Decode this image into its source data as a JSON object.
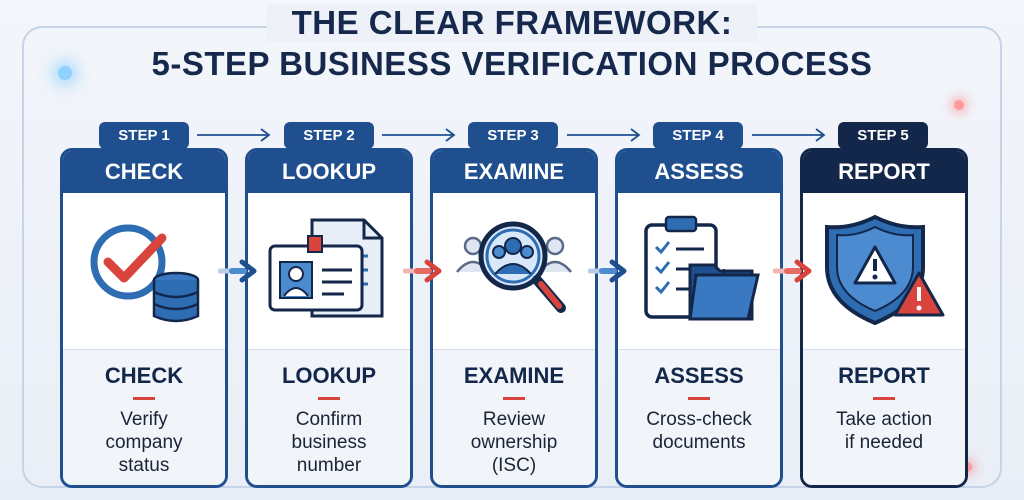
{
  "title": {
    "line1": "THE CLEAR FRAMEWORK:",
    "line2": "5-STEP BUSINESS VERIFICATION PROCESS"
  },
  "steps": [
    {
      "badge": "STEP 1",
      "header": "CHECK",
      "name": "CHECK",
      "desc": [
        "Verify",
        "company",
        "status"
      ],
      "icon": "checkmark-database-icon"
    },
    {
      "badge": "STEP 2",
      "header": "LOOKUP",
      "name": "LOOKUP",
      "desc": [
        "Confirm",
        "business",
        "number"
      ],
      "icon": "id-card-document-icon"
    },
    {
      "badge": "STEP 3",
      "header": "EXAMINE",
      "name": "EXAMINE",
      "desc": [
        "Review",
        "ownership",
        "(ISC)"
      ],
      "icon": "magnifier-people-icon"
    },
    {
      "badge": "STEP 4",
      "header": "ASSESS",
      "name": "ASSESS",
      "desc": [
        "Cross-check",
        "documents"
      ],
      "icon": "clipboard-folder-icon"
    },
    {
      "badge": "STEP 5",
      "header": "REPORT",
      "name": "REPORT",
      "desc": [
        "Take action",
        "if needed"
      ],
      "icon": "shield-warning-icon"
    }
  ],
  "colors": {
    "navy": "#13274a",
    "blue": "#1f4f8f",
    "accent_red": "#d9453d",
    "icon_blue": "#2f6db3"
  }
}
